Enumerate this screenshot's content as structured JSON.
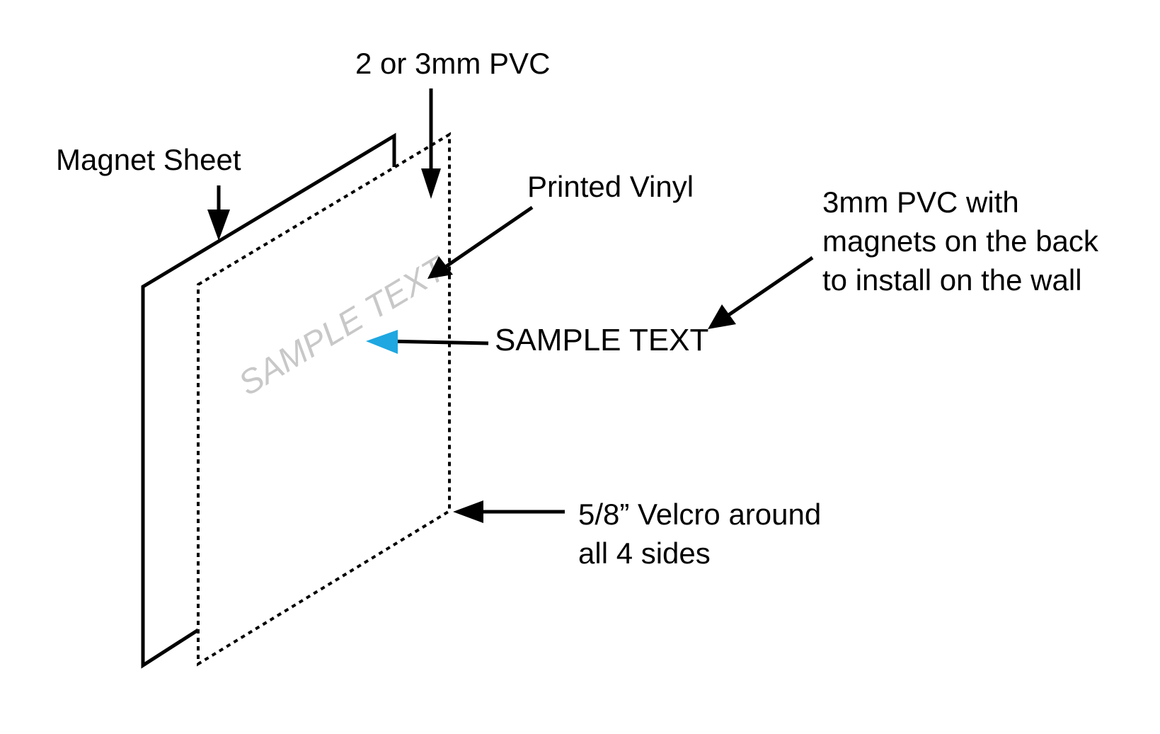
{
  "labels": {
    "pvc_thickness": "2 or 3mm PVC",
    "magnet_sheet": "Magnet Sheet",
    "printed_vinyl": "Printed Vinyl",
    "pvc_magnets_line1": "3mm PVC with",
    "pvc_magnets_line2": "magnets on the back",
    "pvc_magnets_line3": "to install on the wall",
    "sample_text": "SAMPLE TEXT",
    "velcro_line1": "5/8” Velcro around",
    "velcro_line2": "all 4 sides"
  },
  "panel_text": "SAMPLE TEXT",
  "colors": {
    "line": "#000000",
    "sample_arrow": "#1ea7e1",
    "ghost_text": "#c8c8c8"
  }
}
